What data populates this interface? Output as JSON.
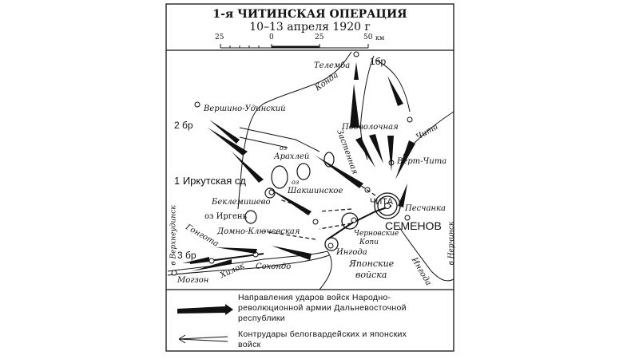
{
  "title": {
    "line1": "1-я ЧИТИНСКАЯ ОПЕРАЦИЯ",
    "line2": "10–13 апреля 1920 г"
  },
  "scale": {
    "ticks": [
      "25",
      "0",
      "25",
      "50"
    ],
    "unit": "км"
  },
  "labels": {
    "telemba": "Телемба",
    "br1": "1бр",
    "konda": "Конда",
    "vershino": "Вершино-Удинский",
    "br2": "2 бр",
    "podvolochnaya": "Подволочная",
    "zastennaya": "Застенная",
    "chita_river": "Чита",
    "arakhley_oz": "оз",
    "arakhley": "Арахлей",
    "vert_chita": "Верт-Чита",
    "irkutsk": "1 Иркутская сд",
    "shakshin_oz": "оз",
    "shakshin": "Шакшинское",
    "chita": "ЧИТА",
    "beklemishevo": "Беклемишево",
    "peschanka": "Песчанка",
    "semenov": "СЕМЕНОВ",
    "irgen": "оз Иргень",
    "domno": "Домно-Ключевская",
    "chernovskie1": "Черновские",
    "chernovskie2": "Копи",
    "ingoda": "Ингода",
    "japan1": "Японские",
    "japan2": "войска",
    "br3": "3 бр",
    "gongota": "Гонгота",
    "verkhneudinsk": "в Верхнеудинск",
    "sokhondo": "Сохондо",
    "khilok": "Хилок",
    "mozgon": "Могзон",
    "ingoda_river": "Ингода",
    "nerchinsk": "в Нерчинск"
  },
  "legend": [
    {
      "text": [
        "Направления  ударов войск Народно-",
        "революционной армии Дальневосточной",
        "республики"
      ]
    },
    {
      "text": [
        "Контрудары белогвардейских и японских",
        "войск"
      ]
    }
  ]
}
